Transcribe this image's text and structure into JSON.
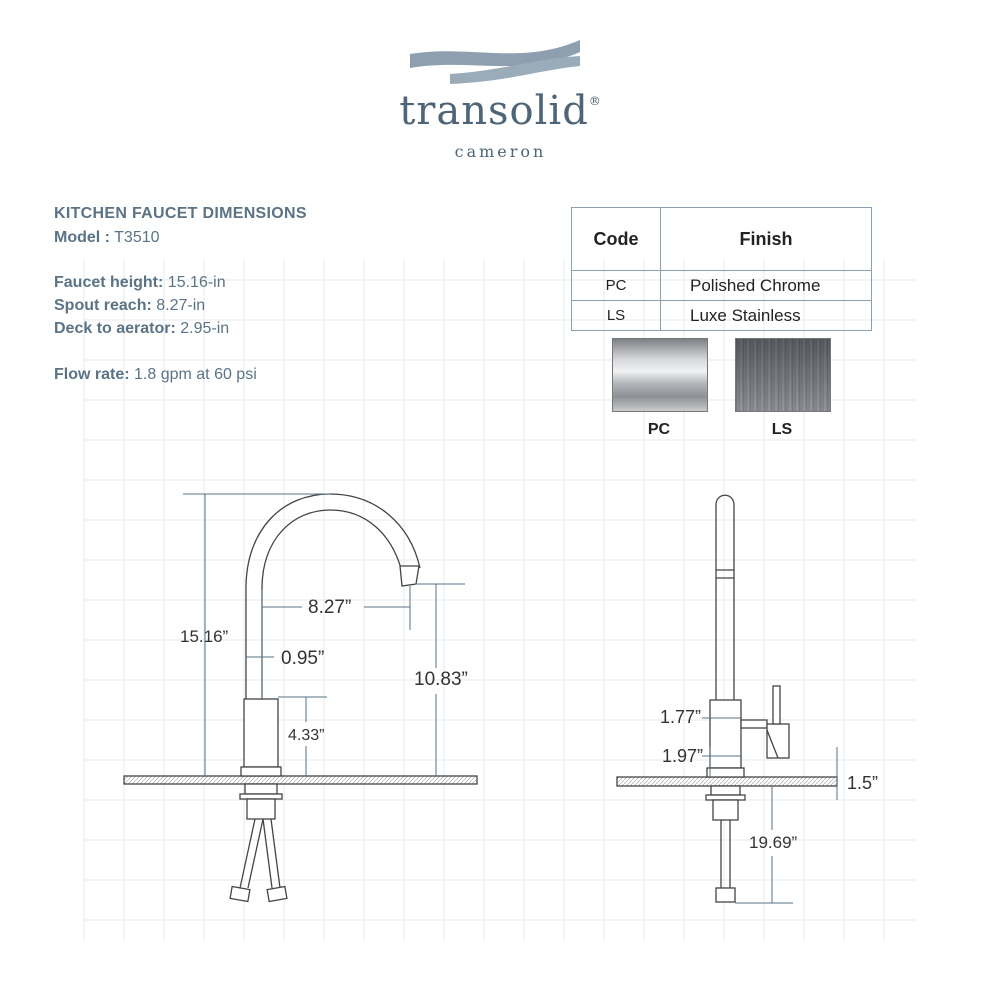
{
  "brand": {
    "name": "transolid",
    "registered": "®",
    "subname": "cameron"
  },
  "specs": {
    "title": "KITCHEN FAUCET DIMENSIONS",
    "model_label": "Model :",
    "model_value": "T3510",
    "height_label": "Faucet height:",
    "height_value": "15.16-in",
    "reach_label": "Spout reach:",
    "reach_value": "8.27-in",
    "deck_label": "Deck to aerator:",
    "deck_value": "2.95-in",
    "flow_label": "Flow rate:",
    "flow_value": "1.8 gpm at 60 psi"
  },
  "finish_table": {
    "headers": [
      "Code",
      "Finish"
    ],
    "rows": [
      {
        "code": "PC",
        "finish": "Polished Chrome"
      },
      {
        "code": "LS",
        "finish": "Luxe Stainless"
      }
    ]
  },
  "swatches": [
    {
      "code": "PC"
    },
    {
      "code": "LS"
    }
  ],
  "dimensions": {
    "front": {
      "height": "15.16”",
      "reach": "8.27”",
      "spout_diameter": "0.95”",
      "aerator_height": "10.83”",
      "body_height": "4.33”"
    },
    "side": {
      "handle_height": "1.77”",
      "base_height": "1.97”",
      "deck_thickness": "1.5”",
      "hose_length": "19.69”"
    }
  },
  "colors": {
    "logo": "#4d6577",
    "label": "#5b7385",
    "grid": "#e2e6ea",
    "line": "#444444"
  }
}
